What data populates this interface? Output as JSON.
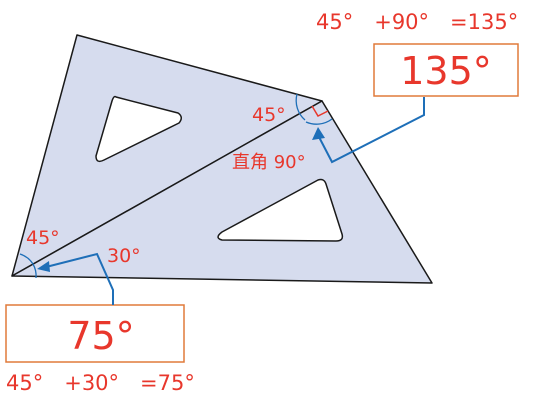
{
  "labels": {
    "sum_top": "45°　+90°　=135°",
    "result_top": "135°",
    "angle_45_top": "45°",
    "right_angle": "直角 90°",
    "angle_45_left": "45°",
    "angle_30": "30°",
    "result_bottom": "75°",
    "sum_bottom": "45°　+30°　=75°"
  },
  "colors": {
    "label_red": "#e8372c",
    "box_border": "#e07a3a",
    "pointer_blue": "#1e6fb8",
    "triangle_fill": "#d6dcee",
    "triangle_stroke": "#1a1a1a"
  }
}
